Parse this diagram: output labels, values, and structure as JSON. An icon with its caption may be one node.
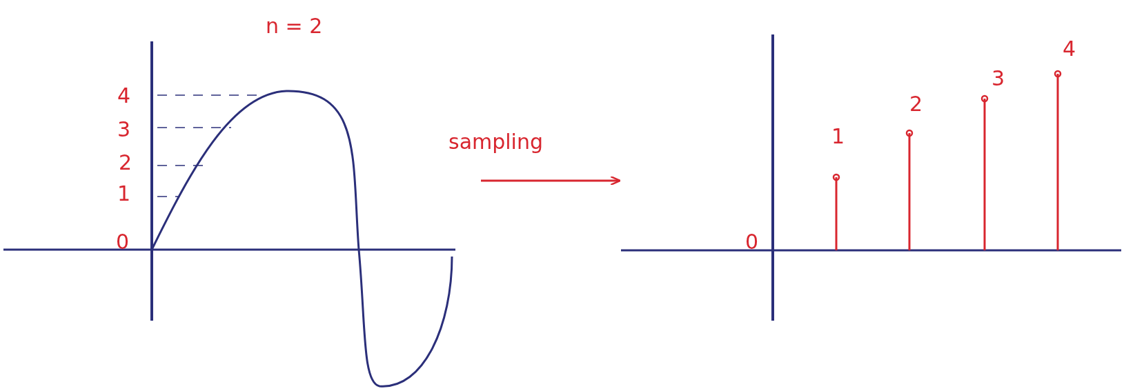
{
  "diagram": {
    "nodes": [
      {
        "text": [],
        "shape": "picture"
      },
      {
        "text": [],
        "shape": "picture"
      }
    ],
    "edges": [
      {
        "from": 0,
        "to": 1,
        "arrow": "to",
        "label": "sampling",
        "color": "#d8262f"
      }
    ],
    "labels": [
      "n = 2",
      "4",
      "3",
      "2",
      "1",
      "0",
      "0",
      "1",
      "2",
      "3",
      "4"
    ]
  }
}
